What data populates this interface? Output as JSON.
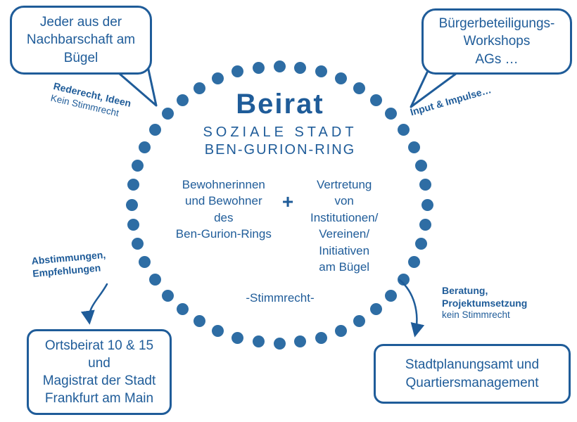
{
  "colors": {
    "primary": "#1f5c99",
    "dot": "#2e6da4",
    "background": "#ffffff"
  },
  "circle": {
    "title": "Beirat",
    "subtitle_line1": "SOZIALE STADT",
    "subtitle_line2": "BEN-GURION-RING",
    "plus": "+",
    "members_left_lines": [
      "Bewohnerinnen",
      "und Bewohner",
      "des",
      "Ben-Gurion-Rings"
    ],
    "members_right_lines": [
      "Vertretung",
      "von",
      "Institutionen/",
      "Vereinen/",
      "Initiativen",
      "am Bügel"
    ],
    "bottom_note": "-Stimmrecht-"
  },
  "bubbles": {
    "top_left": {
      "lines": [
        "Jeder aus der",
        "Nachbarschaft am",
        "Bügel"
      ]
    },
    "top_right": {
      "lines": [
        "Bürgerbeteiligungs-",
        "Workshops",
        "AGs …"
      ]
    },
    "bottom_left": {
      "lines": [
        "Ortsbeirat 10 & 15",
        "und",
        "Magistrat der Stadt",
        "Frankfurt am Main"
      ]
    },
    "bottom_right": {
      "lines": [
        "Stadtplanungsamt und",
        "Quartiersmanagement"
      ]
    }
  },
  "labels": {
    "top_left": {
      "bold": "Rederecht, Ideen",
      "normal": "Kein Stimmrecht"
    },
    "top_right": {
      "bold": "Input & Impulse…"
    },
    "left": {
      "bold_line1": "Abstimmungen,",
      "bold_line2": "Empfehlungen"
    },
    "right": {
      "bold_line1": "Beratung,",
      "bold_line2": "Projektumsetzung",
      "normal": "kein Stimmrecht"
    }
  }
}
